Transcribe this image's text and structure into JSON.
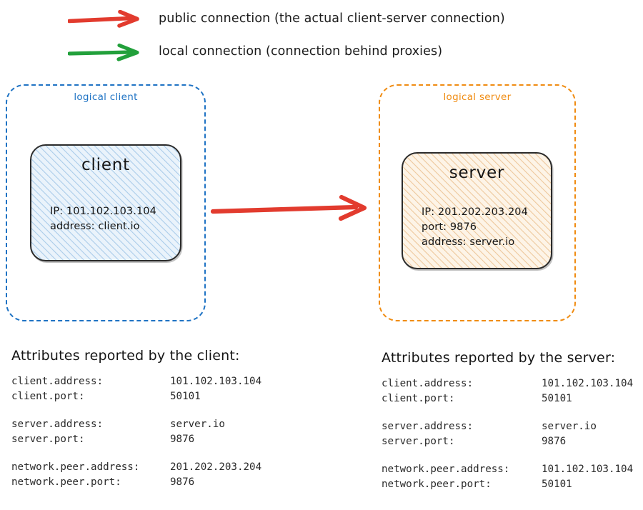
{
  "legend": {
    "items": [
      {
        "icon": "red-arrow-icon",
        "color": "#e23b2e",
        "label": "public connection (the actual client-server connection)"
      },
      {
        "icon": "green-arrow-icon",
        "color": "#22a03b",
        "label": "local connection (connection behind proxies)"
      }
    ]
  },
  "diagram": {
    "client_container": {
      "title": "logical client",
      "color": "#1f73c4",
      "node": {
        "title": "client",
        "fill": "#eaf3fb",
        "hatch_color": "#aacbe8",
        "lines": [
          "IP: 101.102.103.104",
          "address: client.io"
        ]
      }
    },
    "server_container": {
      "title": "logical server",
      "color": "#f08c12",
      "node": {
        "title": "server",
        "fill": "#fdf4e7",
        "hatch_color": "#edc492",
        "lines": [
          "IP: 201.202.203.204",
          "port: 9876",
          "address: server.io"
        ]
      }
    },
    "connector": {
      "name": "public-connection-arrow",
      "color": "#e23b2e",
      "from": "client",
      "to": "server"
    }
  },
  "attributes": {
    "client_panel": {
      "heading": "Attributes reported by the client:",
      "groups": [
        [
          {
            "key": "client.address:",
            "value": "101.102.103.104"
          },
          {
            "key": "client.port:",
            "value": "50101"
          }
        ],
        [
          {
            "key": "server.address:",
            "value": "server.io"
          },
          {
            "key": "server.port:",
            "value": "9876"
          }
        ],
        [
          {
            "key": "network.peer.address:",
            "value": "201.202.203.204"
          },
          {
            "key": "network.peer.port:",
            "value": "9876"
          }
        ]
      ]
    },
    "server_panel": {
      "heading": "Attributes reported by the server:",
      "groups": [
        [
          {
            "key": "client.address:",
            "value": "101.102.103.104"
          },
          {
            "key": "client.port:",
            "value": "50101"
          }
        ],
        [
          {
            "key": "server.address:",
            "value": "server.io"
          },
          {
            "key": "server.port:",
            "value": "9876"
          }
        ],
        [
          {
            "key": "network.peer.address:",
            "value": "101.102.103.104"
          },
          {
            "key": "network.peer.port:",
            "value": "50101"
          }
        ]
      ]
    }
  }
}
